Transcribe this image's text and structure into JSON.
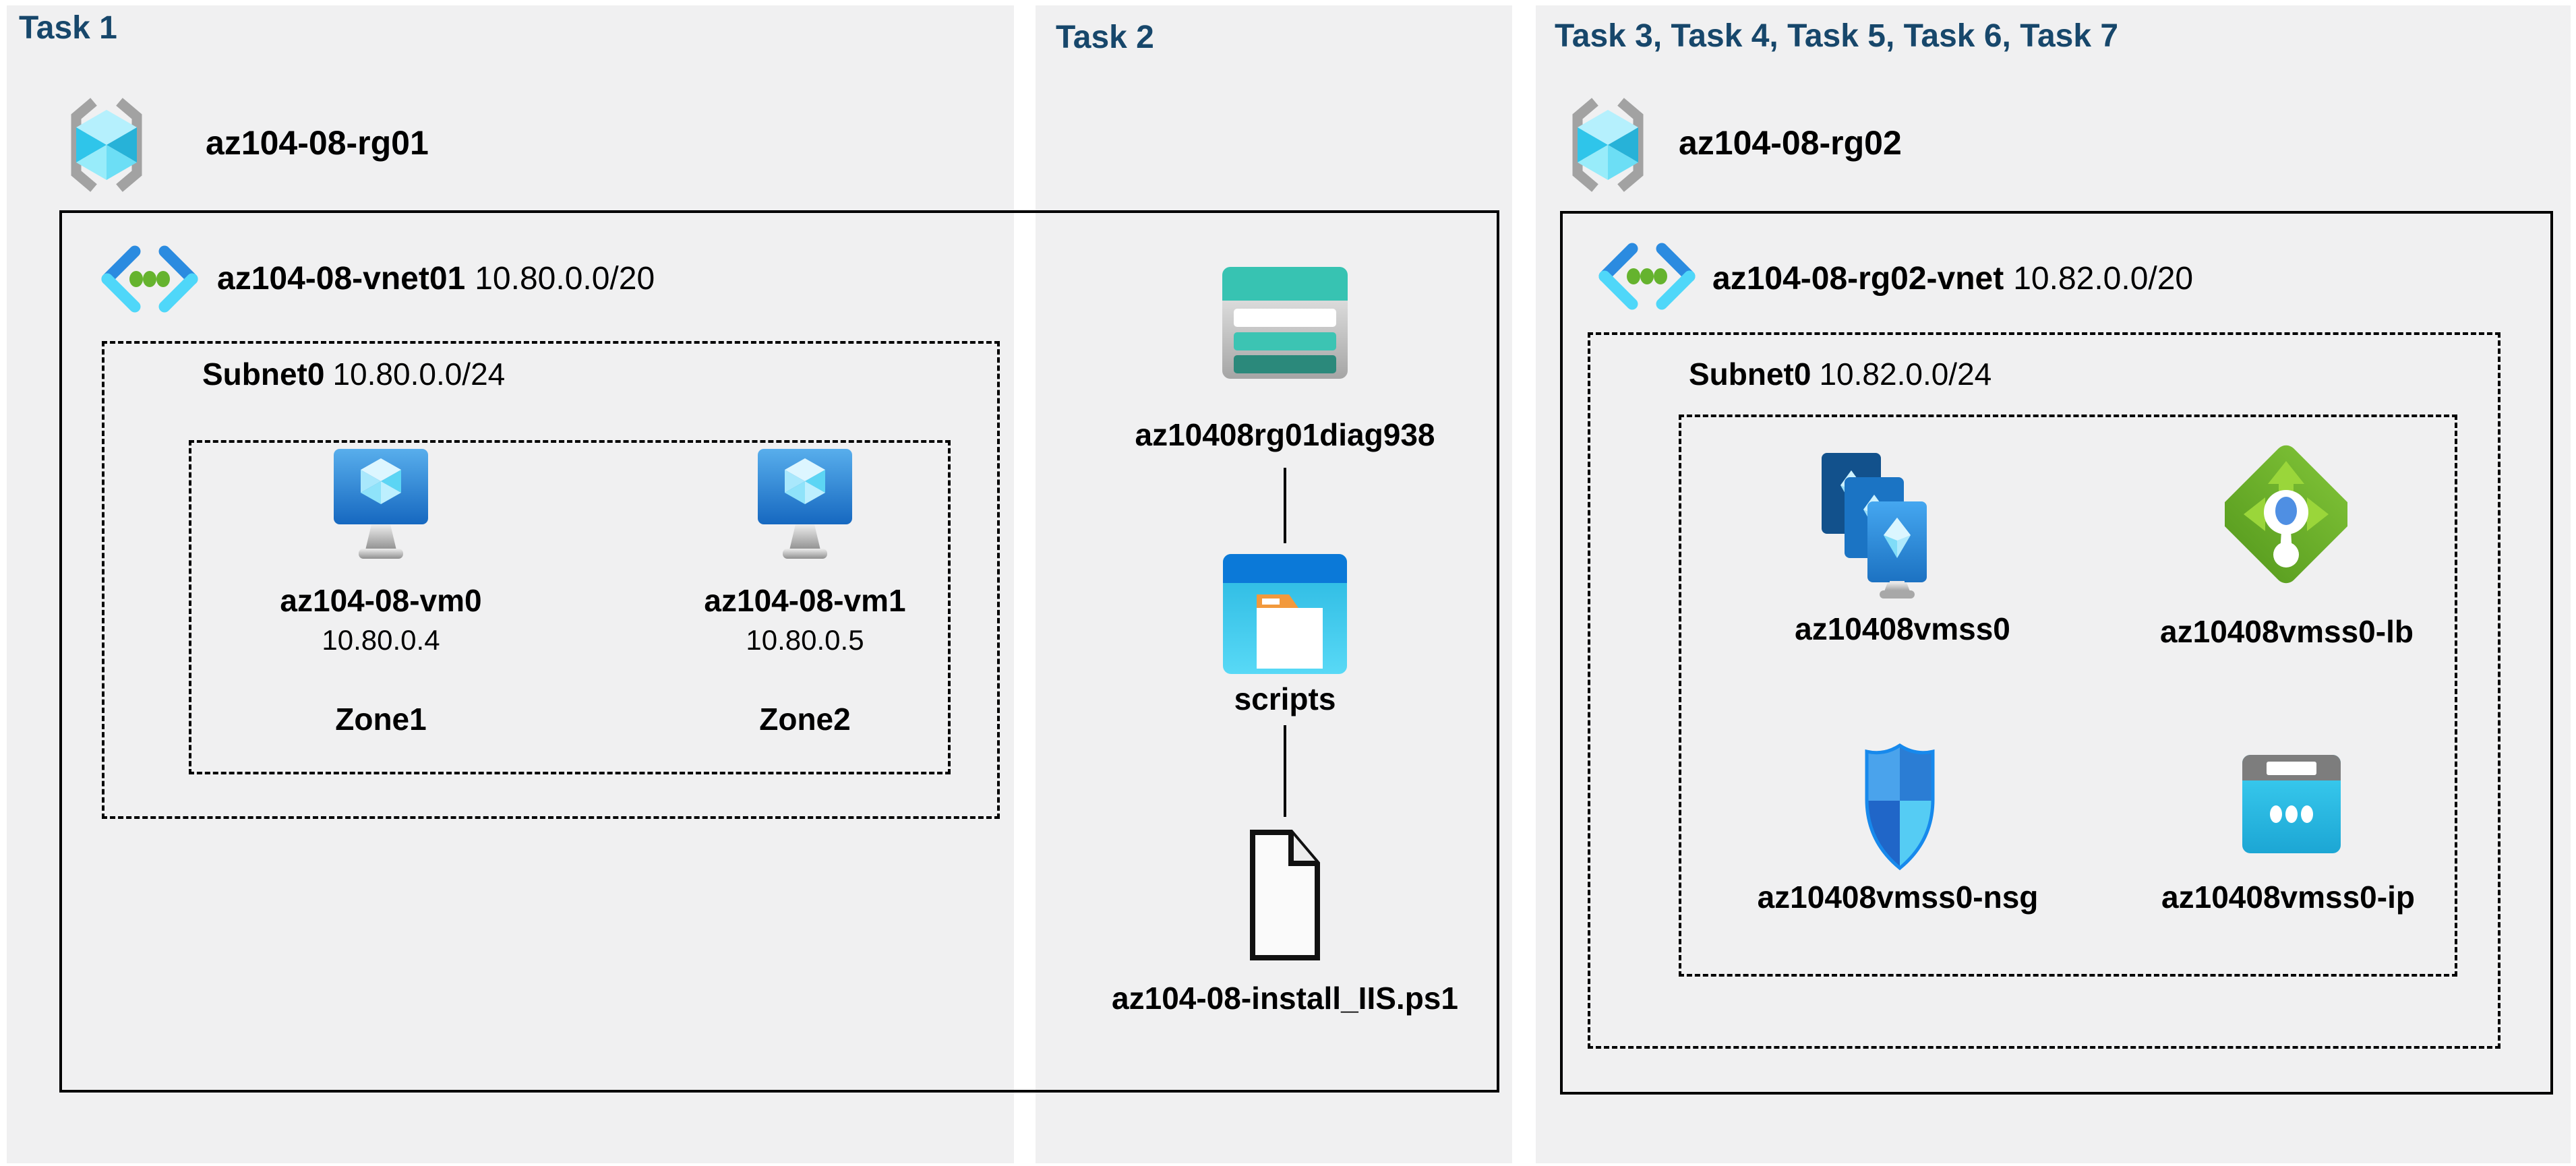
{
  "panels": {
    "task1": {
      "header": "Task 1",
      "resource_group": "az104-08-rg01",
      "vnet": {
        "name": "az104-08-vnet01",
        "cidr": "10.80.0.0/20"
      },
      "subnet": {
        "name": "Subnet0",
        "cidr": "10.80.0.0/24"
      },
      "vms": [
        {
          "name": "az104-08-vm0",
          "ip": "10.80.0.4",
          "zone": "Zone1"
        },
        {
          "name": "az104-08-vm1",
          "ip": "10.80.0.5",
          "zone": "Zone2"
        }
      ]
    },
    "task2": {
      "header": "Task 2",
      "storage_account": "az10408rg01diag938",
      "container": "scripts",
      "script_file": "az104-08-install_IIS.ps1"
    },
    "task3": {
      "header": "Task 3, Task 4, Task 5, Task 6, Task 7",
      "resource_group": "az104-08-rg02",
      "vnet": {
        "name": "az104-08-rg02-vnet",
        "cidr": "10.82.0.0/20"
      },
      "subnet": {
        "name": "Subnet0",
        "cidr": "10.82.0.0/24"
      },
      "vmss": "az10408vmss0",
      "load_balancer": "az10408vmss0-lb",
      "nsg": "az10408vmss0-nsg",
      "public_ip": "az10408vmss0-ip"
    }
  },
  "icons": {
    "resource_group": "resource-group-icon",
    "virtual_network": "virtual-network-icon",
    "virtual_machine": "virtual-machine-icon",
    "storage_account": "storage-account-icon",
    "blob_container": "blob-container-icon",
    "script_file": "file-icon",
    "vm_scale_set": "vm-scale-set-icon",
    "load_balancer": "load-balancer-icon",
    "network_security_group": "nsg-shield-icon",
    "public_ip": "public-ip-icon"
  },
  "colors": {
    "header_blue": "#17476b",
    "panel_bg": "#f0f0f1",
    "outline_black": "#000000",
    "bracket_gray": "#a2a2a2",
    "azure_blue": "#2b8be0",
    "light_cyan": "#4fd7f9",
    "green_dot": "#65b32e",
    "vm_blue_top": "#58aeec",
    "vm_blue_bottom": "#1668c0",
    "storage_teal": "#37c3b2",
    "storage_teal_dark": "#2b897b",
    "script_band_blue": "#0b79d8",
    "folder_orange": "#f2993c",
    "lb_green": "#68a828",
    "lb_arrow_green": "#9ad63a",
    "lb_center_blue": "#4f8fe3",
    "nsg_tl": "#4aa3ec",
    "nsg_tr": "#2b7dd4",
    "nsg_bl": "#2066c8",
    "nsg_br": "#55ccf4",
    "ip_cyan": "#35cbf0",
    "ip_band_gray": "#7d7d7d"
  }
}
